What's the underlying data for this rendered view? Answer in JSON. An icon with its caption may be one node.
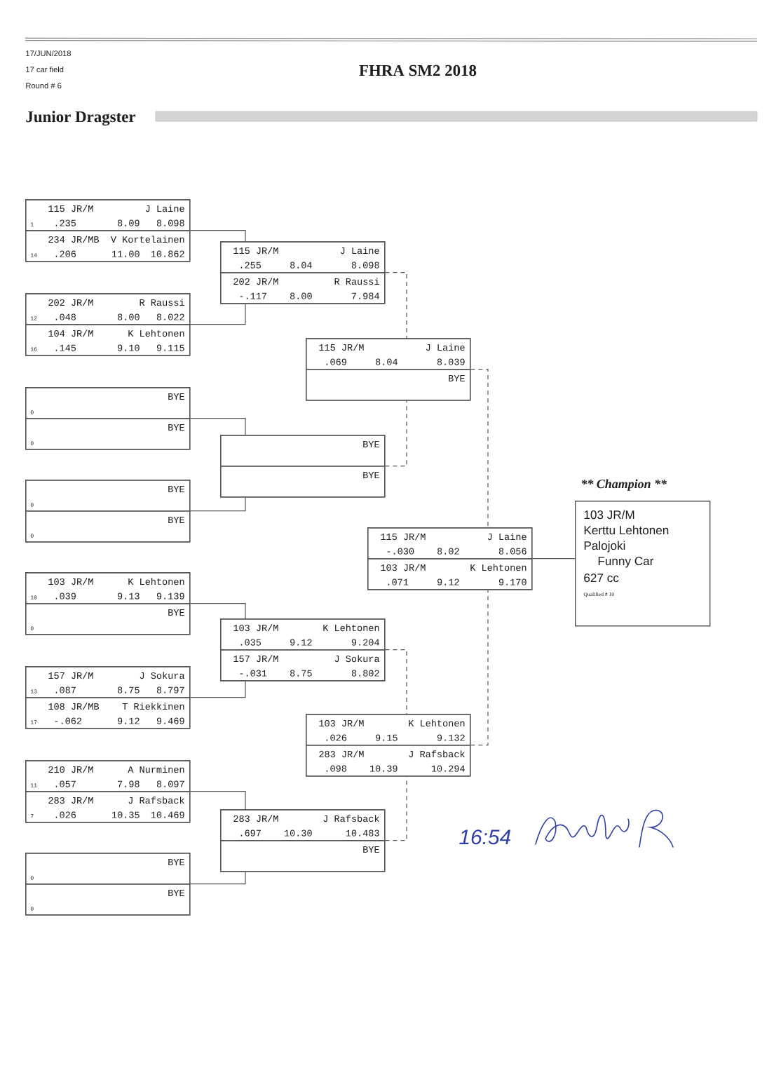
{
  "diagram": {
    "title": "FHRA SM2 2018",
    "nodes": [
      {
        "text": [],
        "shape": "box"
      },
      {
        "text": [
          "115 JR/M",
          "J Laine",
          "1",
          ".235",
          "8.09",
          "8.098"
        ],
        "in": 0
      },
      {
        "text": [
          "234 JR/MB",
          "V Kortelainen",
          "14",
          ".206",
          "11.00",
          "10.862"
        ],
        "in": 0
      },
      {
        "text": [],
        "shape": "box"
      },
      {
        "text": [
          "202 JR/M",
          "R Raussi",
          "12",
          ".048",
          "8.00",
          "8.022"
        ],
        "in": 3
      },
      {
        "text": [
          "104 JR/M",
          "K Lehtonen",
          "16",
          ".145",
          "9.10",
          "9.115"
        ],
        "in": 3
      },
      {
        "text": [],
        "shape": "box"
      },
      {
        "text": [
          "BYE",
          "0"
        ],
        "in": 6
      },
      {
        "text": [
          "BYE",
          "0"
        ],
        "in": 6
      },
      {
        "text": [],
        "shape": "box"
      },
      {
        "text": [
          "BYE",
          "0"
        ],
        "in": 9
      },
      {
        "text": [
          "BYE",
          "0"
        ],
        "in": 9
      },
      {
        "text": [],
        "shape": "box"
      },
      {
        "text": [
          "103 JR/M",
          "K Lehtonen",
          "10",
          ".039",
          "9.13",
          "9.139"
        ],
        "in": 12
      },
      {
        "text": [
          "BYE",
          "0"
        ],
        "in": 12
      },
      {
        "text": [],
        "shape": "box"
      },
      {
        "text": [
          "157 JR/M",
          "J Sokura",
          "13",
          ".087",
          "8.75",
          "8.797"
        ],
        "in": 15
      },
      {
        "text": [
          "108 JR/MB",
          "T Riekkinen",
          "17",
          "-.062",
          "9.12",
          "9.469"
        ],
        "in": 15
      },
      {
        "text": [],
        "shape": "box"
      },
      {
        "text": [
          "210 JR/M",
          "A Nurminen",
          "11",
          ".057",
          "7.98",
          "8.097"
        ],
        "in": 18
      },
      {
        "text": [
          "283 JR/M",
          "J Rafsback",
          "7",
          ".026",
          "10.35",
          "10.469"
        ],
        "in": 18
      },
      {
        "text": [],
        "shape": "box"
      },
      {
        "text": [
          "BYE",
          "0"
        ],
        "in": 21
      },
      {
        "text": [
          "BYE",
          "0"
        ],
        "in": 21
      },
      {
        "text": [],
        "shape": "box"
      },
      {
        "text": [
          "115 JR/M",
          "J Laine",
          ".255",
          "8.04",
          "8.098"
        ],
        "in": 24
      },
      {
        "text": [
          "202 JR/M",
          "R Raussi",
          "-.117",
          "8.00",
          "7.984"
        ],
        "in": 24
      },
      {
        "text": [],
        "shape": "box"
      },
      {
        "text": [
          "BYE"
        ],
        "in": 27
      },
      {
        "text": [
          "BYE"
        ],
        "in": 27
      },
      {
        "text": [],
        "shape": "box"
      },
      {
        "text": [
          "103 JR/M",
          "K Lehtonen",
          ".035",
          "9.12",
          "9.204"
        ],
        "in": 30
      },
      {
        "text": [
          "157 JR/M",
          "J Sokura",
          "-.031",
          "8.75",
          "8.802"
        ],
        "in": 30
      },
      {
        "text": [],
        "shape": "box"
      },
      {
        "text": [
          "283 JR/M",
          "J Rafsback",
          ".697",
          "10.30",
          "10.483"
        ],
        "in": 33
      },
      {
        "text": [
          "BYE"
        ],
        "in": 33
      },
      {
        "text": [],
        "shape": "box"
      },
      {
        "text": [
          "115 JR/M",
          "J Laine",
          ".069",
          "8.04",
          "8.039"
        ],
        "in": 36
      },
      {
        "text": [
          "BYE"
        ],
        "in": 36
      },
      {
        "text": [],
        "shape": "box"
      },
      {
        "text": [
          "103 JR/M",
          "K Lehtonen",
          ".026",
          "9.15",
          "9.132"
        ],
        "in": 39
      },
      {
        "text": [
          "283 JR/M",
          "J Rafsback",
          ".098",
          "10.39",
          "10.294"
        ],
        "in": 39
      },
      {
        "text": [],
        "shape": "box"
      },
      {
        "text": [
          "115 JR/M",
          "J Laine",
          "-.030",
          "8.02",
          "8.056"
        ],
        "in": 42
      },
      {
        "text": [
          "103 JR/M",
          "K Lehtonen",
          ".071",
          "9.12",
          "9.170"
        ],
        "in": 42
      },
      {
        "text": [
          "** Champion **",
          "103 JR/M",
          "Kerttu Lehtonen",
          "Palojoki",
          "Funny Car",
          "627 cc",
          "Qualified # 10"
        ]
      }
    ],
    "edges": [
      {
        "from": 0,
        "to": 24,
        "arrow": "none"
      },
      {
        "from": 3,
        "to": 24,
        "arrow": "none"
      },
      {
        "from": 6,
        "to": 27,
        "arrow": "none"
      },
      {
        "from": 9,
        "to": 27,
        "arrow": "none"
      },
      {
        "from": 12,
        "to": 30,
        "arrow": "none"
      },
      {
        "from": 15,
        "to": 30,
        "arrow": "none"
      },
      {
        "from": 18,
        "to": 33,
        "arrow": "none"
      },
      {
        "from": 21,
        "to": 33,
        "arrow": "none"
      },
      {
        "from": 24,
        "to": 36,
        "arrow": "none",
        "style": "dashed"
      },
      {
        "from": 27,
        "to": 36,
        "arrow": "none",
        "style": "dashed"
      },
      {
        "from": 30,
        "to": 39,
        "arrow": "none",
        "style": "dashed"
      },
      {
        "from": 33,
        "to": 39,
        "arrow": "none",
        "style": "dashed"
      },
      {
        "from": 36,
        "to": 42,
        "arrow": "none",
        "style": "dashed"
      },
      {
        "from": 39,
        "to": 42,
        "arrow": "none",
        "style": "dashed"
      },
      {
        "from": 42,
        "to": 45,
        "arrow": "none"
      }
    ],
    "labels": [
      "17/JUN/2018",
      "17 car field",
      "Round # 6",
      "Junior Dragster",
      "16:54"
    ]
  }
}
